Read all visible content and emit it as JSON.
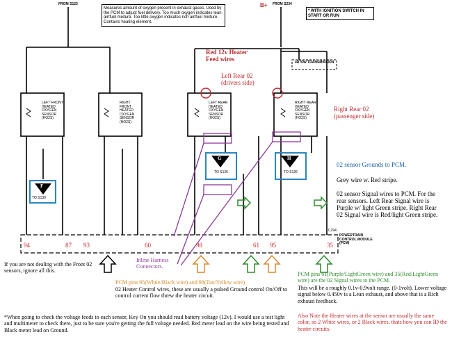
{
  "top_note": "Measures amount of oxygen present in exhaust gases. Used by the PCM to adjust fuel delivery. Too much oxygen indicates lean air/fuel mixture. Too little oxygen indicates rich air/fuel mixture. Contains heating element.",
  "fuse_left": "FROM S123",
  "fuse_right_bplus": "B+",
  "fuse_right": "FROM S234",
  "ignition_note": "* WITH IGNITION SWITCH IN START OR RUN",
  "red_heater_label": "Red 12v Heater Feed wires",
  "left_rear_label": "Left Rear 02 (drivers side)",
  "right_rear_label": "Right Rear 02 (passenger side)",
  "transmission_label": "4R70W TRANSMISSION",
  "sensors": [
    {
      "name": "LEFT FRONT HEATED OXYGEN SENSOR (HO2S)"
    },
    {
      "name": "RIGHT FRONT HEATED OXYGEN SENSOR (HO2S)"
    },
    {
      "name": "LEFT REAR HEATED OXYGEN SENSOR (HO2S)"
    },
    {
      "name": "RIGHT REAR HEATED OXYGEN SENSOR (HO2S)"
    }
  ],
  "grounds": [
    {
      "letter": "F",
      "to": "TO S130"
    },
    {
      "letter": "G",
      "to": "TO S126"
    },
    {
      "letter": "H",
      "to": "TO S126"
    }
  ],
  "ground_note_title": "02 sensor Grounds to PCM.",
  "ground_note_body": "Grey wire w. Red stripe.",
  "signal_note": "02 sensor Signal wires to PCM. For the rear sensors. Left Rear Signal wire is Purple w/ light Green stripe. Right Rear 02 Signal wire is Red/light Green stripe.",
  "pcm_label": "POWERTRAIN CONTROL MODULE (PCM)",
  "pcm_conn": "C294",
  "pcm_pins": [
    "94",
    "87",
    "93",
    "60",
    "98",
    "61",
    "95",
    "35"
  ],
  "front_note": "If you are not dealing with the Front 02 sensors, ignore all this.",
  "inline_note": "Inline Harness Connectors.",
  "heater_control_note_a": "PCM pins 95(White/Black wire) and 98(Tan/Yellow wire).",
  "heater_control_note_b": "02 Heater Control wires, these are usually a pulsed Ground control On/Off to control current flow threw the heater circuit.",
  "signal_pins_note_a": "PCM pins 61(Purple/LightGreen wire) and 35(Red/LightGreen wire) are the 02 Signal wires to the PCM.",
  "signal_pins_note_b": "This will be a roughly 0.1v-0.9volt range. (0-1volt). Lower voltage signal below 0.450v is a Lean exhaust, and above that is a Rich exhaust feedback.",
  "heater_wire_note": "Also Note the Heater wires at the sensor are usually the same color, so 2 White wires, or 2 Black wires, thats how you can ID the heater circuits.",
  "bottom_note": "*When going to check the voltage feeds to each sensor, Key On you should read battery voltage (12v). I would use a test light and multimeter to check there, just to be sure you're getting the full voltage needed. Red meter lead on the wire being tested and Black meter lead on Ground."
}
